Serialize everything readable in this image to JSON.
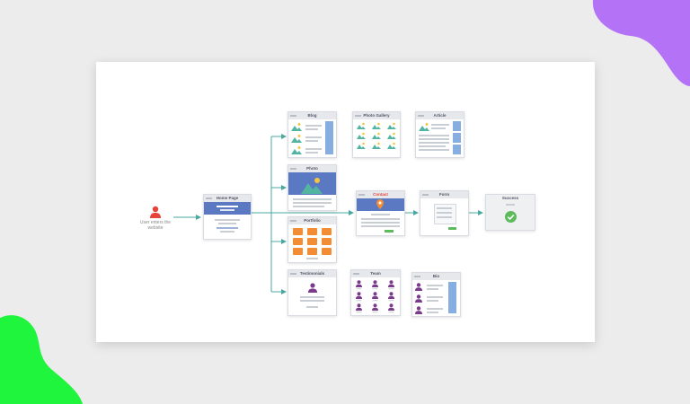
{
  "diagram": {
    "start_label": "User enters the website",
    "pages": {
      "home": "Home Page",
      "blog": "Blog",
      "photo_gallery": "Photo Gallery",
      "article": "Article",
      "photo": "Photo",
      "contact": "Contact",
      "form": "Form",
      "success": "Success",
      "portfolio": "Portfolio",
      "testimonials": "Testimonials",
      "team": "Team",
      "bio": "Bio"
    }
  },
  "colors": {
    "background": "#ececec",
    "purple_blob": "#b473f7",
    "green_blob": "#1ef53c",
    "arrow": "#4aa8a2",
    "user_icon": "#e6433a",
    "banner_blue": "#5b78c2",
    "orange": "#f28d35",
    "success_green": "#5dbb5b"
  }
}
